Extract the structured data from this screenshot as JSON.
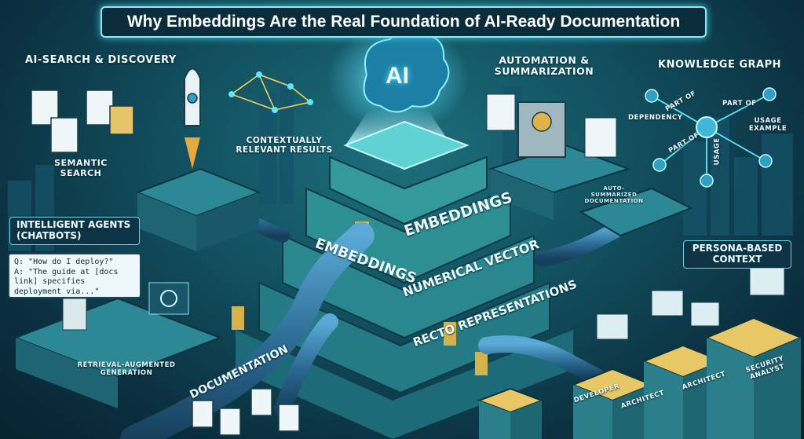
{
  "title": "Why Embeddings Are the Real Foundation of AI-Ready Documentation",
  "core": {
    "ai_label": "AI",
    "embeddings_top": "EMBEDDINGS",
    "embeddings_side": "EMBEDDINGS",
    "numerical_vector": "NUMERICAL VECTOR",
    "vector_representations": "RECTO REPRESENTATIONS",
    "documentation": "DOCUMENTATION"
  },
  "sections": {
    "search": {
      "heading": "AI-SEARCH & DISCOVERY",
      "semantic_search": "SEMANTIC SEARCH",
      "results": "CONTEXTUALLY RELEVANT RESULTS"
    },
    "automation": {
      "heading": "AUTOMATION & SUMMARIZATION",
      "doc_note": "AUTO-SUMMARIZED DOCUMENTATION"
    },
    "knowledge_graph": {
      "heading": "KNOWLEDGE GRAPH",
      "edges": [
        "PART OF",
        "PART OF",
        "DEPENDENCY",
        "PART OF",
        "USAGE EXAMPLE",
        "USAGE"
      ]
    },
    "agents": {
      "heading": "INTELLIGENT AGENTS (CHATBOTS)",
      "chat_q": "Q: \"How do I deploy?\"",
      "chat_a": "A: \"The guide at [docs link] specifies deployment via...\"",
      "rag": "RETRIEVAL-AUGMENTED GENERATION"
    },
    "persona": {
      "heading": "PERSONA-BASED CONTEXT",
      "roles": [
        "DEVELOPER",
        "ARCHITECT",
        "ARCHITECT",
        "SECURITY ANALYST"
      ]
    }
  },
  "colors": {
    "background": "#0d3a4a",
    "accent_cyan": "#5fe6ff",
    "block_teal": "#2e8f93",
    "pipe_blue": "#2f6f9a",
    "gold": "#d6b24c"
  }
}
